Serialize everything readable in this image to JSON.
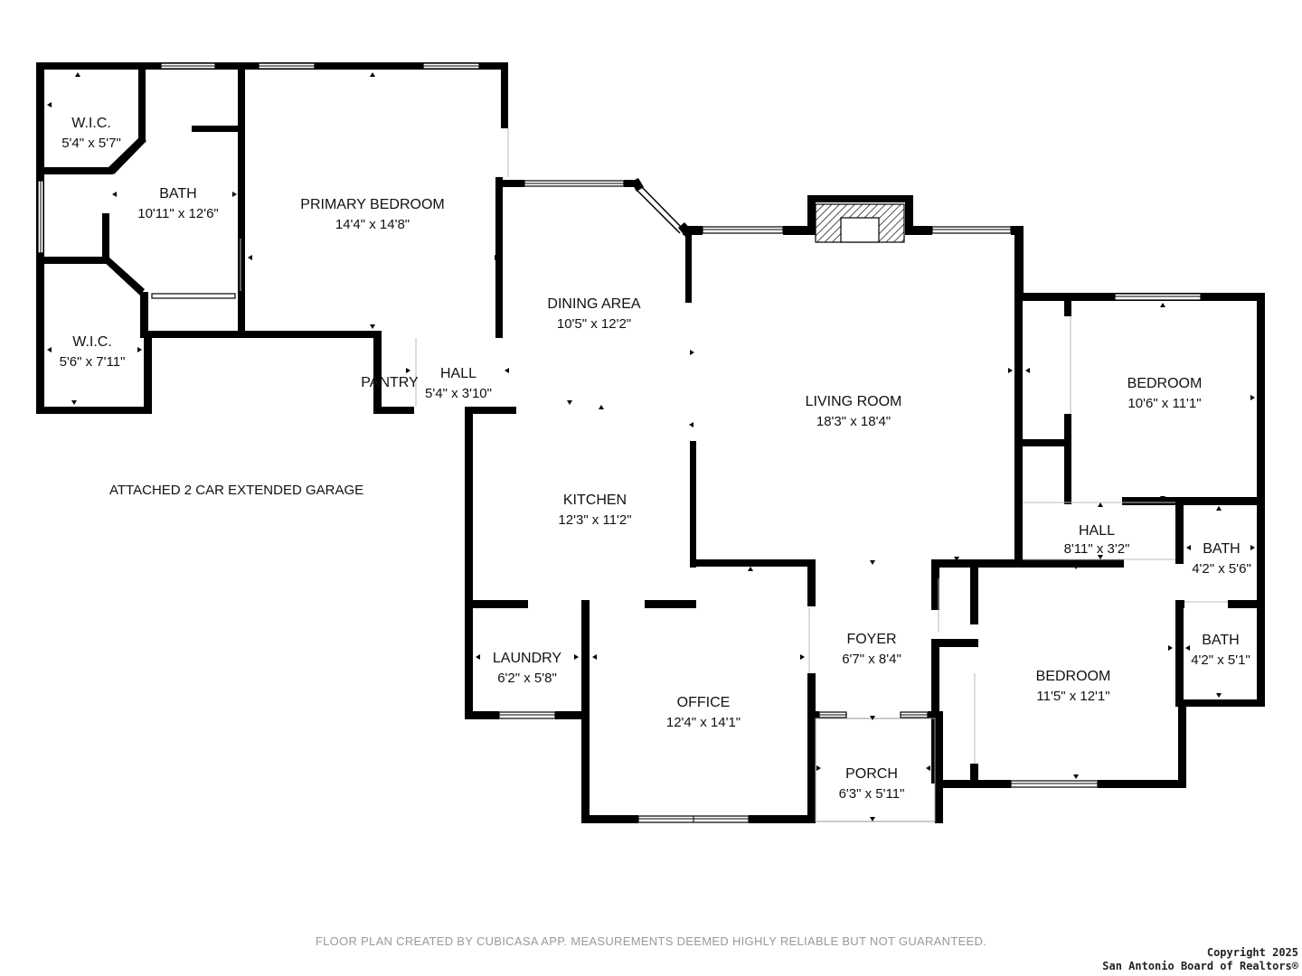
{
  "rooms": {
    "wic_1": {
      "name": "W.I.C.",
      "dim": "5'4\" x 5'7\""
    },
    "bath_primary": {
      "name": "BATH",
      "dim": "10'11\" x 12'6\""
    },
    "primary_bedroom": {
      "name": "PRIMARY BEDROOM",
      "dim": "14'4\" x 14'8\""
    },
    "wic_2": {
      "name": "W.I.C.",
      "dim": "5'6\" x 7'11\""
    },
    "pantry": {
      "name": "PANTRY"
    },
    "hall_1": {
      "name": "HALL",
      "dim": "5'4\" x 3'10\""
    },
    "dining": {
      "name": "DINING AREA",
      "dim": "10'5\" x 12'2\""
    },
    "living": {
      "name": "LIVING ROOM",
      "dim": "18'3\" x 18'4\""
    },
    "kitchen": {
      "name": "KITCHEN",
      "dim": "12'3\" x 11'2\""
    },
    "bedroom_1": {
      "name": "BEDROOM",
      "dim": "10'6\" x 11'1\""
    },
    "hall_2": {
      "name": "HALL",
      "dim": "8'11\" x 3'2\""
    },
    "bath_1": {
      "name": "BATH",
      "dim": "4'2\" x 5'6\""
    },
    "bath_2": {
      "name": "BATH",
      "dim": "4'2\" x 5'1\""
    },
    "laundry": {
      "name": "LAUNDRY",
      "dim": "6'2\" x 5'8\""
    },
    "office": {
      "name": "OFFICE",
      "dim": "12'4\" x 14'1\""
    },
    "foyer": {
      "name": "FOYER",
      "dim": "6'7\" x 8'4\""
    },
    "bedroom_2": {
      "name": "BEDROOM",
      "dim": "11'5\" x 12'1\""
    },
    "porch": {
      "name": "PORCH",
      "dim": "6'3\" x 5'11\""
    }
  },
  "garage_label": "ATTACHED 2 CAR EXTENDED GARAGE",
  "footer_note": "FLOOR PLAN CREATED BY CUBICASA APP. MEASUREMENTS DEEMED HIGHLY RELIABLE BUT NOT GUARANTEED.",
  "copyright_line1": "Copyright 2025",
  "copyright_line2": "San Antonio Board of Realtors®"
}
